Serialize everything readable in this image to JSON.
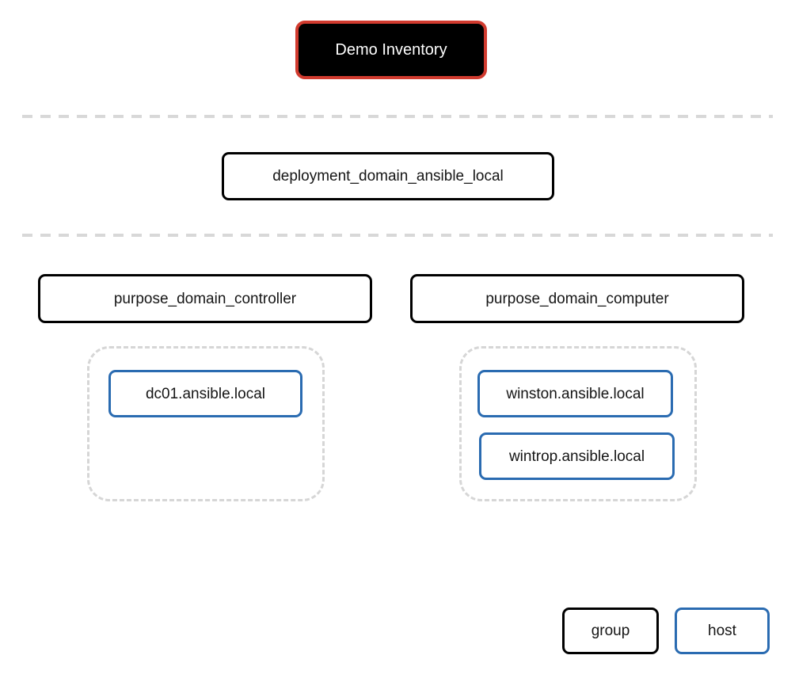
{
  "inventory": {
    "label": "Demo Inventory"
  },
  "groups": {
    "deployment": {
      "label": "deployment_domain_ansible_local"
    },
    "controller": {
      "label": "purpose_domain_controller",
      "hosts": [
        "dc01.ansible.local"
      ]
    },
    "computer": {
      "label": "purpose_domain_computer",
      "hosts": [
        "winston.ansible.local",
        "wintrop.ansible.local"
      ]
    }
  },
  "legend": {
    "group_label": "group",
    "host_label": "host"
  },
  "colors": {
    "inventory_border": "#d13b2f",
    "inventory_bg": "#000000",
    "inventory_text": "#ffffff",
    "group_border": "#000000",
    "host_border": "#2a6bb1",
    "divider": "#d8d8d8",
    "host_container_border": "#d6d6d6",
    "text": "#151515",
    "background": "#ffffff"
  }
}
